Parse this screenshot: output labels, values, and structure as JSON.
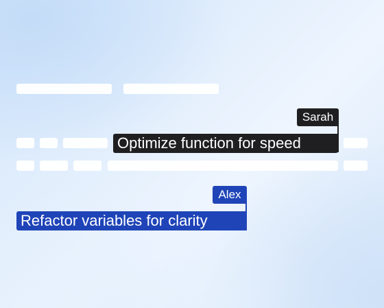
{
  "cursors": [
    {
      "user": "Sarah",
      "text": "Optimize function for speed",
      "color": "#1f1f22"
    },
    {
      "user": "Alex",
      "text": "Refactor variables for clarity",
      "color": "#1f44b8"
    }
  ]
}
